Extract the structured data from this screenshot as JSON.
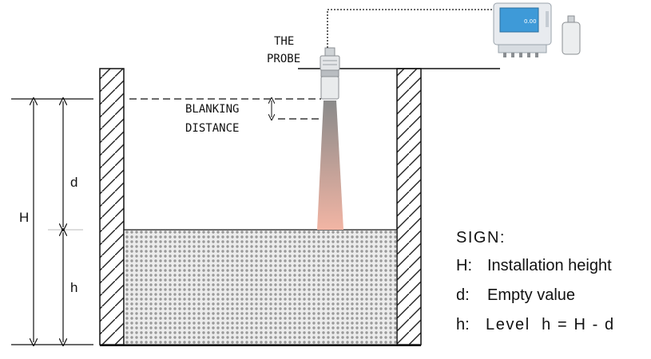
{
  "labels": {
    "probe_line1": "THE",
    "probe_line2": "PROBE",
    "blanking_line1": "BLANKING",
    "blanking_line2": "DISTANCE",
    "H": "H",
    "d": "d",
    "h": "h"
  },
  "controller_display": "0.00",
  "legend": {
    "title": "SIGN:",
    "items": [
      {
        "key": "H:",
        "text": "Installation height"
      },
      {
        "key": "d:",
        "text": "Empty value"
      },
      {
        "key": "h:",
        "text": "Level  h = H - d"
      }
    ]
  },
  "colors": {
    "beam_top": "#8a8a8a",
    "beam_bottom": "#f2b5a4",
    "liquid_dot": "#9a9a9a",
    "controller_body": "#e8ebef",
    "controller_screen": "#3e9ad8"
  }
}
